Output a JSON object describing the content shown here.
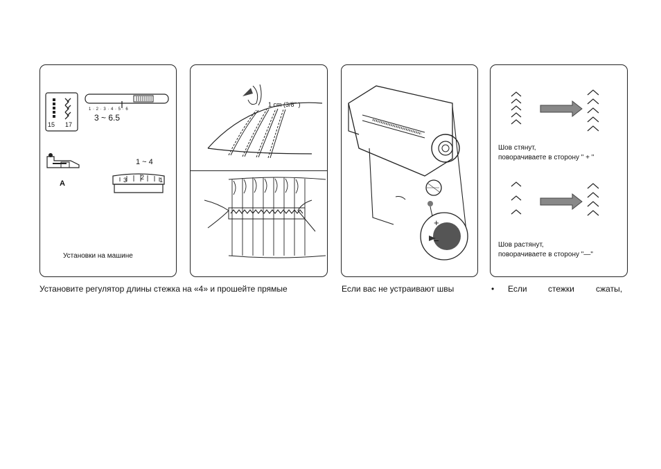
{
  "panel1": {
    "pattern_numbers": [
      "15",
      "17"
    ],
    "dial_numbers": "1 · 2 · 3 · 4 · 5 · 6",
    "length_range": "3 ~ 6.5",
    "foot_label": "A",
    "tension_range": "1 ~ 4",
    "tension_dial": [
      "3",
      "2",
      "1"
    ],
    "caption": "Установки на машине"
  },
  "panel2": {
    "measure_label": "1 cm (3/8'' )"
  },
  "panel4": {
    "case1_line1": "Шов стянут,",
    "case1_line2": "поворачиваете в сторону \" + \"",
    "case2_line1": "Шов растянут,",
    "case2_line2": "поворачиваете в сторону  \"—\""
  },
  "captions": {
    "col1": "Установите регулятор длины стежка на «4» и прошейте прямые",
    "col2": "Если вас не устраивают швы",
    "col3_bullet": "•",
    "col3_words": [
      "Если",
      "стежки",
      "сжаты,"
    ]
  }
}
